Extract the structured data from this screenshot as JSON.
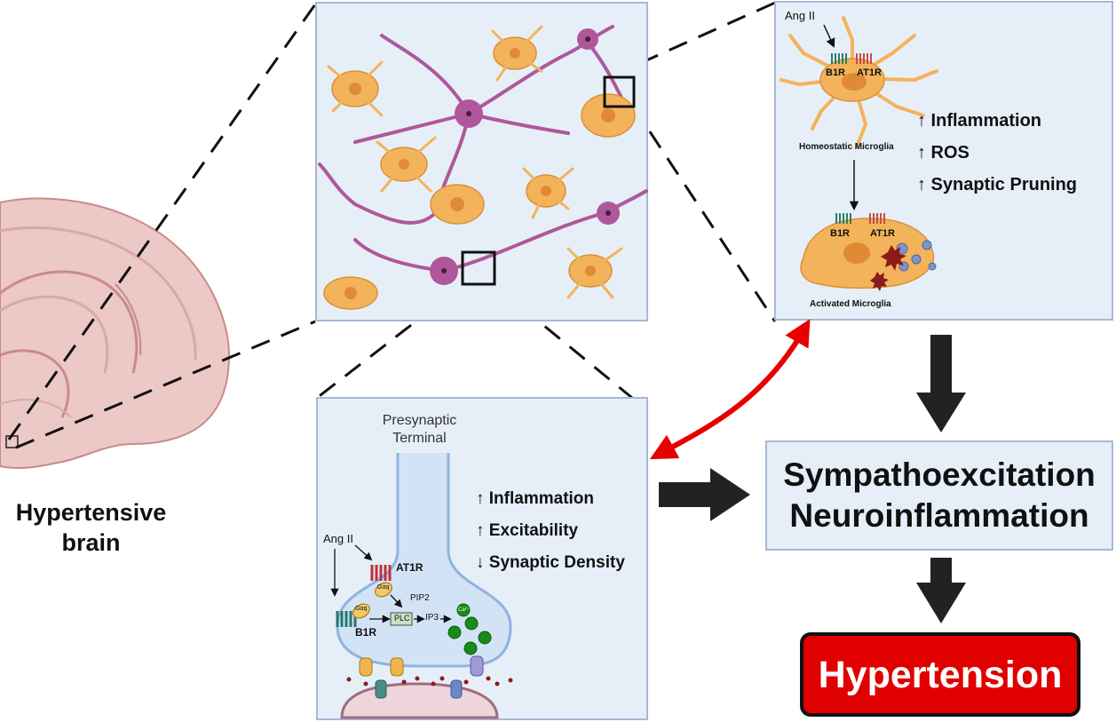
{
  "brain": {
    "label_line1": "Hypertensive",
    "label_line2": "brain"
  },
  "microglia_panel": {
    "ang_ii": "Ang II",
    "b1r_top": "B1R",
    "at1r_top": "AT1R",
    "homeostatic": "Homeostatic Microglia",
    "b1r_bottom": "B1R",
    "at1r_bottom": "AT1R",
    "activated": "Activated Microglia",
    "effects": [
      "↑ Inflammation",
      "↑ ROS",
      "↑ Synaptic Pruning"
    ]
  },
  "synapse_panel": {
    "terminal_line1": "Presynaptic",
    "terminal_line2": "Terminal",
    "effects": [
      "↑ Inflammation",
      "↑ Excitability",
      "↓ Synaptic Density"
    ],
    "ang_ii": "Ang II",
    "at1r": "AT1R",
    "b1r": "B1R",
    "gaq": "Gαq",
    "pip2": "PIP2",
    "plc": "PLC",
    "ip3": "IP3",
    "ca": "Ca²⁺"
  },
  "outcome": {
    "line1": "Sympathoexcitation",
    "line2": "Neuroinflammation",
    "final": "Hypertension"
  },
  "colors": {
    "panel_fill": "#e6eff8",
    "panel_border": "#a7b8d6",
    "neuron": "#b0579b",
    "microglia": "#f3b35a",
    "arrow_red": "#e60000",
    "hypertension_box": "#e00000"
  }
}
